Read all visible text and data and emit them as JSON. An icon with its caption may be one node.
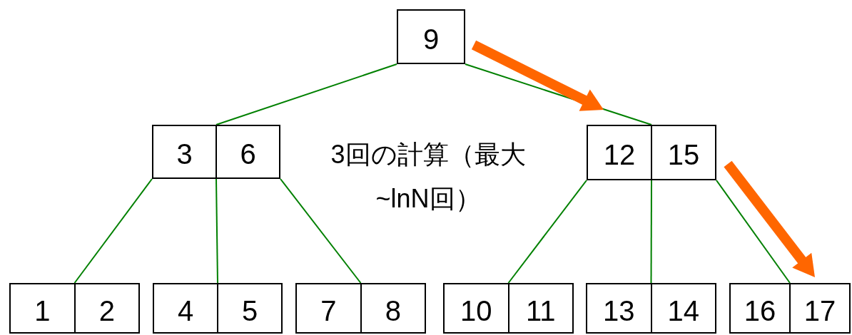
{
  "diagram": {
    "nodes": [
      {
        "text": [
          "9"
        ]
      },
      {
        "text": [
          "3",
          "6"
        ]
      },
      {
        "text": [
          "12",
          "15"
        ]
      },
      {
        "text": [
          "1",
          "2"
        ]
      },
      {
        "text": [
          "4",
          "5"
        ]
      },
      {
        "text": [
          "7",
          "8"
        ]
      },
      {
        "text": [
          "10",
          "11"
        ]
      },
      {
        "text": [
          "13",
          "14"
        ]
      },
      {
        "text": [
          "16",
          "17"
        ]
      }
    ],
    "edges": [
      {
        "from": 0,
        "to": 1,
        "arrow": "none"
      },
      {
        "from": 0,
        "to": 2,
        "arrow": "none"
      },
      {
        "from": 1,
        "to": 3,
        "arrow": "none"
      },
      {
        "from": 1,
        "to": 4,
        "arrow": "none"
      },
      {
        "from": 1,
        "to": 5,
        "arrow": "none"
      },
      {
        "from": 2,
        "to": 6,
        "arrow": "none"
      },
      {
        "from": 2,
        "to": 7,
        "arrow": "none"
      },
      {
        "from": 2,
        "to": 8,
        "arrow": "none"
      }
    ],
    "labels": [
      "3回の計算（最大~lnN回）"
    ]
  }
}
